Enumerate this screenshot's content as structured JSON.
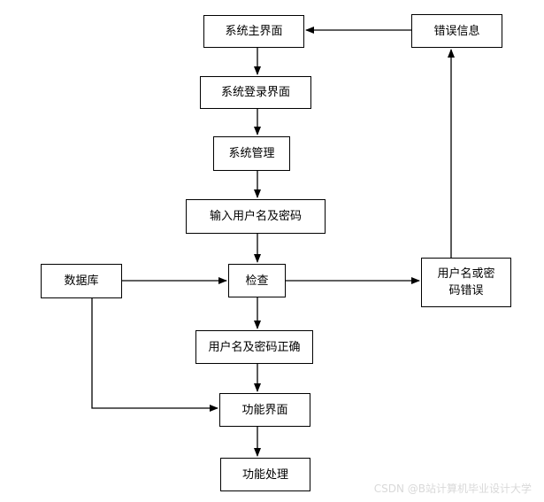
{
  "diagram": {
    "title": "system-login-flowchart",
    "nodes": {
      "main_interface": {
        "label": "系统主界面"
      },
      "error_info": {
        "label": "错误信息"
      },
      "login_interface": {
        "label": "系统登录界面"
      },
      "system_management": {
        "label": "系统管理"
      },
      "input_credentials": {
        "label": "输入用户名及密码"
      },
      "database": {
        "label": "数据库"
      },
      "check": {
        "label": "检查"
      },
      "credentials_error": {
        "label": "用户名或密码错误"
      },
      "credentials_correct": {
        "label": "用户名及密码正确"
      },
      "function_interface": {
        "label": "功能界面"
      },
      "function_processing": {
        "label": "功能处理"
      }
    },
    "edges": [
      "main_interface -> login_interface",
      "login_interface -> system_management",
      "system_management -> input_credentials",
      "input_credentials -> check",
      "database -> check",
      "check -> credentials_error",
      "credentials_error -> error_info",
      "error_info -> main_interface",
      "check -> credentials_correct",
      "credentials_correct -> function_interface",
      "database -> function_interface",
      "function_interface -> function_processing"
    ],
    "colors": {
      "background": "#ffffff",
      "box_border": "#000000",
      "box_fill": "#ffffff",
      "text": "#000000",
      "arrow": "#000000",
      "watermark_text": "#d9d9d9"
    },
    "watermark": "CSDN @B站计算机毕业设计大学"
  }
}
